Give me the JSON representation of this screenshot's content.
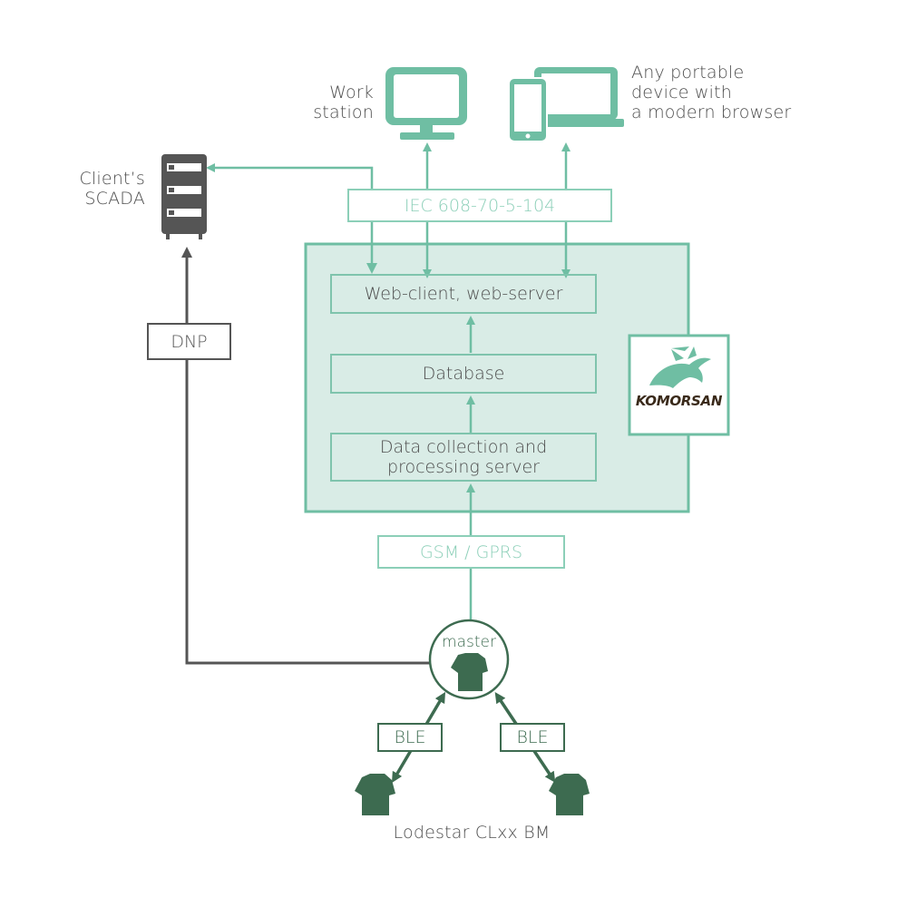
{
  "nodes": {
    "workstation": "Work\nstation",
    "portable": "Any portable\ndevice with\na modern browser",
    "scada": "Client’s\nSCADA",
    "iec": "IEC 608-70-5-104",
    "dnp": "DNP",
    "web": "Web-client, web-server",
    "database": "Database",
    "datacollection": "Data collection and\nprocessing server",
    "gsm": "GSM / GPRS",
    "master": "master",
    "ble_left": "BLE",
    "ble_right": "BLE",
    "lodestar": "Lodestar CLxx BM",
    "logo": "KOMORSAN"
  },
  "colors": {
    "teal": "#6fbea3",
    "teal_light": "#8ccfb8",
    "panel_fill": "#d9ece6",
    "dark_gray": "#555555",
    "dark_green": "#3d6b50"
  },
  "icons": [
    "monitor-icon",
    "laptop-icon",
    "tablet-icon",
    "server-rack-icon",
    "lodestar-device-icon",
    "komorsan-logo"
  ]
}
